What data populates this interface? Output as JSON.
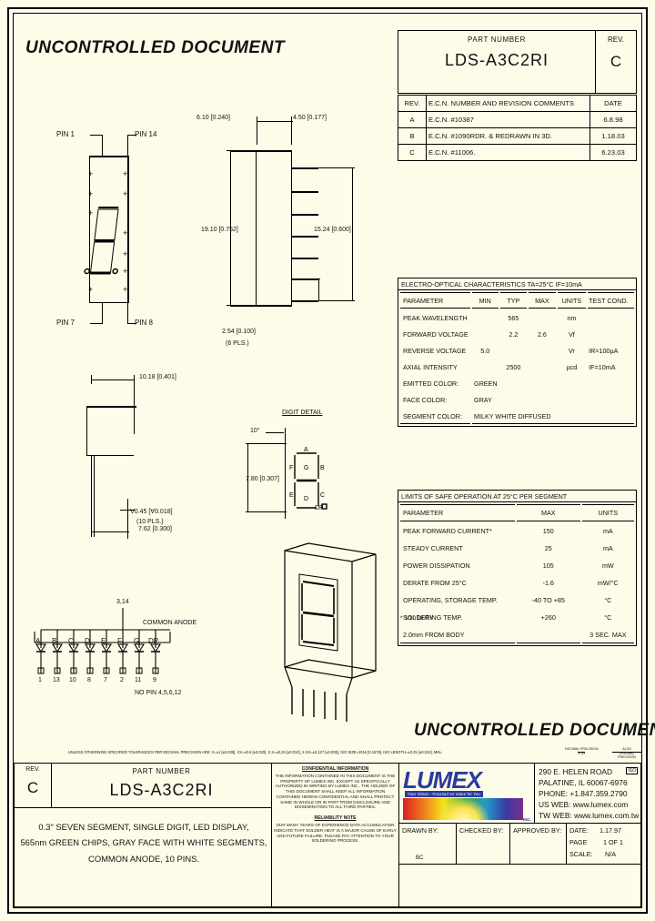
{
  "watermark": {
    "text": "UNCONTROLLED DOCUMENT"
  },
  "part_block": {
    "part_number_label": "PART NUMBER",
    "part_number": "LDS-A3C2RI",
    "rev_label": "REV.",
    "rev_value": "C"
  },
  "ecn_table": {
    "headers": [
      "REV.",
      "E.C.N. NUMBER AND REVISION COMMENTS",
      "DATE"
    ],
    "rows": [
      {
        "rev": "A",
        "comment": "E.C.N. #10387",
        "date": "6.8.98"
      },
      {
        "rev": "B",
        "comment": "E.C.N. #1090RDR. & REDRAWN IN 3D.",
        "date": "1.18.03"
      },
      {
        "rev": "C",
        "comment": "E.C.N. #11006.",
        "date": "6.23.03"
      }
    ]
  },
  "electro_optical": {
    "title": "ELECTRO-OPTICAL CHARACTERISTICS  TA=25°C        IF=10mA",
    "headers": [
      "PARAMETER",
      "MIN",
      "TYP",
      "MAX",
      "UNITS",
      "TEST COND."
    ],
    "rows": [
      {
        "parameter": "PEAK WAVELENGTH",
        "min": "",
        "typ": "565",
        "max": "",
        "units": "nm",
        "cond": ""
      },
      {
        "parameter": "FORWARD VOLTAGE",
        "min": "",
        "typ": "2.2",
        "max": "2.6",
        "units": "Vf",
        "cond": ""
      },
      {
        "parameter": "REVERSE VOLTAGE",
        "min": "5.0",
        "typ": "",
        "max": "",
        "units": "Vr",
        "cond": "IR=100µA"
      },
      {
        "parameter": "AXIAL INTENSITY",
        "min": "",
        "typ": "2500",
        "max": "",
        "units": "µcd",
        "cond": "IF=10mA"
      }
    ],
    "colors": [
      {
        "label": "EMITTED COLOR:",
        "value": "GREEN"
      },
      {
        "label": "FACE COLOR:",
        "value": "GRAY"
      },
      {
        "label": "SEGMENT COLOR:",
        "value": "MILKY WHITE DIFFUSED"
      }
    ]
  },
  "limits": {
    "title": "LIMITS OF SAFE OPERATION AT 25°C   PER SEGMENT",
    "headers": [
      "PARAMETER",
      "MAX",
      "UNITS"
    ],
    "rows": [
      {
        "parameter": "PEAK FORWARD CURRENT*",
        "max": "150",
        "units": "mA"
      },
      {
        "parameter": "STEADY CURRENT",
        "max": "25",
        "units": "mA"
      },
      {
        "parameter": "POWER DISSIPATION",
        "max": "105",
        "units": "mW"
      },
      {
        "parameter": "DERATE FROM 25°C",
        "max": "-1.6",
        "units": "mW/°C"
      },
      {
        "parameter": "OPERATING, STORAGE TEMP.",
        "max": "-40 TO +85",
        "units": "°C"
      },
      {
        "parameter": "SOLDERING TEMP.",
        "max": "+260",
        "units": "°C"
      },
      {
        "parameter": "2.0mm FROM BODY",
        "max": "",
        "units": "3 SEC. MAX"
      }
    ],
    "footnote": "* 1/10 DUTY"
  },
  "drawing": {
    "front_view": {
      "pin_labels": [
        "PIN 1",
        "PIN 14",
        "PIN 7",
        "PIN 8"
      ]
    },
    "side_view": {
      "dims": [
        "6.10 [0.240]",
        "4.50 [0.177]",
        "19.10 [0.752]",
        "15.24 [0.600]",
        "2.54 [0.100]",
        "(6 PLS.)"
      ]
    },
    "bottom_view": {
      "dims": [
        "10.18 [0.401]",
        "∀0.45 [∀0.018]",
        "(10 PLS.)",
        "7.62 [0.300]"
      ]
    },
    "digit_detail": {
      "title": "DIGIT DETAIL",
      "angle": "10°",
      "height_dim": "7.80 [0.307]",
      "segments": [
        "A",
        "B",
        "C",
        "D",
        "E",
        "F",
        "G"
      ],
      "decimal_point": "DP"
    },
    "schematic": {
      "anode_pins": "3,14",
      "title": "COMMON ANODE",
      "segments": [
        "A",
        "B",
        "C",
        "D",
        "E",
        "F",
        "G",
        "DP"
      ],
      "pins": [
        "1",
        "13",
        "10",
        "8",
        "7",
        "2",
        "11",
        "9"
      ],
      "no_pin_note": "NO PIN 4,5,6,12"
    }
  },
  "tolerance_note": {
    "text": "UNLESS OTHERWISE SPECIFIED TOLERANCES PER DECIMAL PRECISION ARE: X=±1 [±0.039], XX=±0.5 [±0.020], X.X=±0.25 [±0.010], X.XX=±0.127 [±0.005],   ISO SIZE=4016 [0.1578],  ISO LENGTH=±0.25 [±0.010], MM=",
    "fraction1_top": "DECIMAL  PRECISION",
    "fraction1_bot": "X.XX",
    "mid": "AND =",
    "fraction2_top": "ALSO",
    "fraction2_bot": "ORIGINAL PRECISION"
  },
  "title_block": {
    "rev_label": "REV.",
    "rev_value": "C",
    "part_number_label": "PART NUMBER",
    "part_number": "LDS-A3C2RI",
    "description": "0.3\" SEVEN SEGMENT, SINGLE DIGIT, LED DISPLAY,\n565nm GREEN CHIPS, GRAY FACE WITH WHITE SEGMENTS,\nCOMMON ANODE, 10 PINS.",
    "confidential": {
      "title": "CONFIDENTIAL INFORMATION",
      "body": "THE INFORMATION CONTAINED IN THIS DOCUMENT IS THE PROPERTY OF LUMEX INC. EXCEPT AS SPECIFICALLY AUTHORIZED IN WRITING BY LUMEX INC., THE HOLDER OF THIS DOCUMENT SHALL KEEP ALL INFORMATION CONTAINED HEREIN CONFIDENTIAL AND SHALL PROTECT SAME IN WHOLE OR IN PART FROM DISCLOSURE AND DISSEMINATION TO ALL THIRD PARTIES.",
      "note_title": "RELIABILITY NOTE",
      "note_body": "OUR MANY YEARS OF EXPERIENCE DATA ACCUMULATION INDICATE THAT SOLDER HEAT IS A MAJOR CAUSE OF EARLY AND FUTURE FAILURE. PLEASE PAY ATTENTION TO YOUR SOLDERING PROCESS."
    },
    "company": {
      "name": "LUMEX",
      "tagline": "Your Vision - Focused on Value for You",
      "inc": "INC.",
      "iso_badge": "ISO",
      "address_line1": "290 E. HELEN ROAD",
      "address_line2": "PALATINE,  IL   60067-6976",
      "phone": "PHONE: +1.847.359.2790",
      "us_web": "US WEB:  www.lumex.com",
      "tw_web": "TW WEB:  www.lumex.com.tw"
    },
    "drawn_by_label": "DRAWN BY:",
    "drawn_by": "BC",
    "checked_by_label": "CHECKED BY:",
    "checked_by": "",
    "approved_by_label": "APPROVED BY:",
    "approved_by": "",
    "date_label": "DATE:",
    "date_value": "1.17.97",
    "page_label": "PAGE",
    "page_value": "1 OF 1",
    "scale_label": "SCALE:",
    "scale_value": "N/A"
  }
}
